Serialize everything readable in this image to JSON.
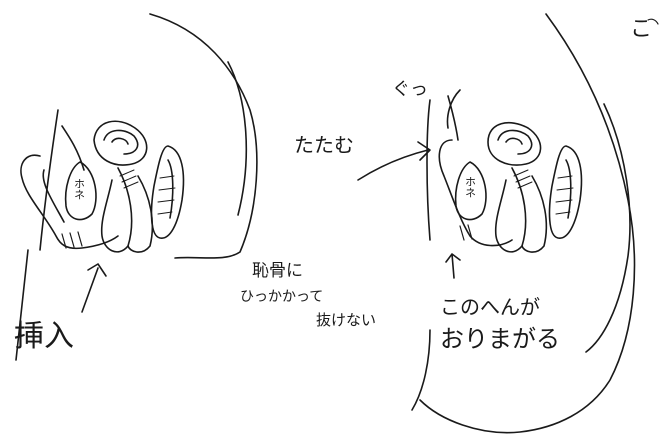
{
  "colors": {
    "ink": "#1a1a1a",
    "paper": "#ffffff"
  },
  "left_figure": {
    "bone_label": "ホネ",
    "insert_label": "挿入"
  },
  "middle": {
    "fold_label": "たたむ",
    "pubic_note_line1": "恥骨に",
    "pubic_note_line2": "ひっかかって",
    "pubic_note_line3": "抜けない"
  },
  "right_figure": {
    "bone_label": "ホネ",
    "push_label": "ぐっ",
    "corner_label": "こ",
    "area_note_line1": "このへんが",
    "area_note_line2": "おりまがる"
  }
}
